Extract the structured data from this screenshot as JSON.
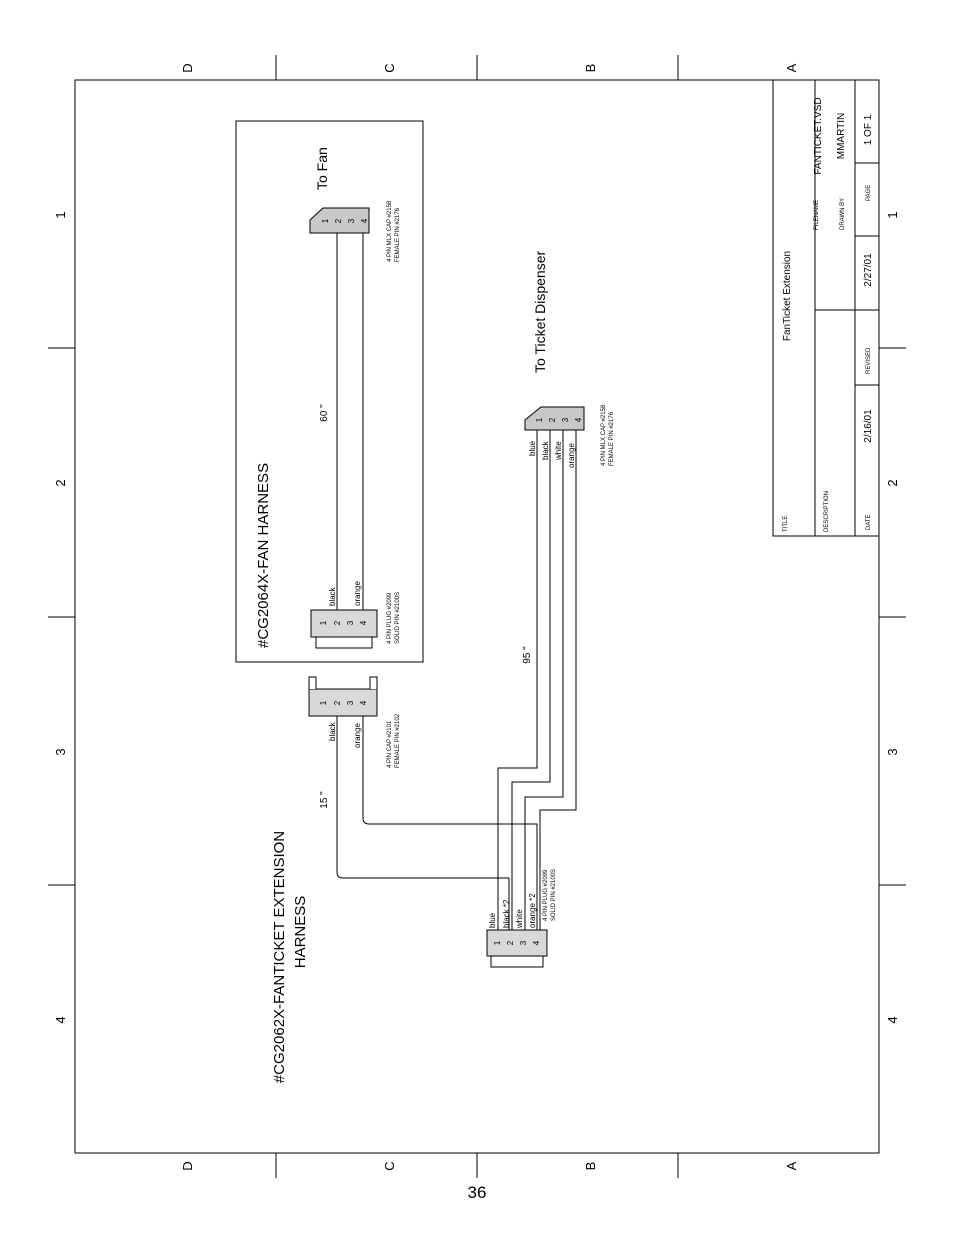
{
  "border": {
    "top_letters": [
      "D",
      "C",
      "B",
      "A"
    ],
    "bottom_letters": [
      "D",
      "C",
      "B",
      "A"
    ],
    "left_numbers": [
      "1",
      "2",
      "3",
      "4"
    ],
    "right_numbers": [
      "1",
      "2",
      "3",
      "4"
    ]
  },
  "title_block": {
    "title_label": "TITLE",
    "title_value": "FanTicket Extension",
    "description_label": "DESCRIPTION",
    "description_value": "",
    "filename_label": "FILENAME",
    "filename_value": "FANTICKET.VSD",
    "drawnby_label": "DRAWN BY",
    "drawnby_value": "MMARTIN",
    "date_label": "DATE",
    "date_value": "2/16/01",
    "revised_label": "REVISED",
    "revised_value": "2/27/01",
    "page_label": "PAGE",
    "page_value": "1 OF 1"
  },
  "fan_harness": {
    "title": "#CG2064X-FAN HARNESS",
    "to_label": "To Fan",
    "length": "60 \"",
    "cap_line1": "4 PIN MLX CAP #2158",
    "cap_line2": "FEMALE PIN #2176",
    "plug_line1": "4 PIN PLUG #2099",
    "plug_line2": "SOLID PIN #2100S",
    "wire_top": "black",
    "wire_bottom": "orange",
    "pins": [
      "1",
      "2",
      "3",
      "4"
    ]
  },
  "extension_harness": {
    "title_line1": "#CG2062X-FANTICKET EXTENSION",
    "title_line2": "HARNESS",
    "to_label": "To Ticket Dispenser",
    "length_main": "95 \"",
    "length_short": "15 \"",
    "cap2101_line1": "4 PIN CAP #2101",
    "cap2101_line2": "FEMALE PIN #2102",
    "cap2101_wire_top": "black",
    "cap2101_wire_bottom": "orange",
    "dispenser_cap_line1": "4 PIN MLX CAP #2158",
    "dispenser_cap_line2": "FEMALE PIN #2176",
    "dispenser_wires": [
      "blue",
      "black",
      "white",
      "orange"
    ],
    "plug_line1": "4 PIN PLUG #2099",
    "plug_line2": "SOLID PIN #2100S",
    "plug_wires": [
      "blue",
      "black *2",
      "white",
      "orange *2"
    ],
    "pins": [
      "1",
      "2",
      "3",
      "4"
    ]
  },
  "page_number": "36"
}
